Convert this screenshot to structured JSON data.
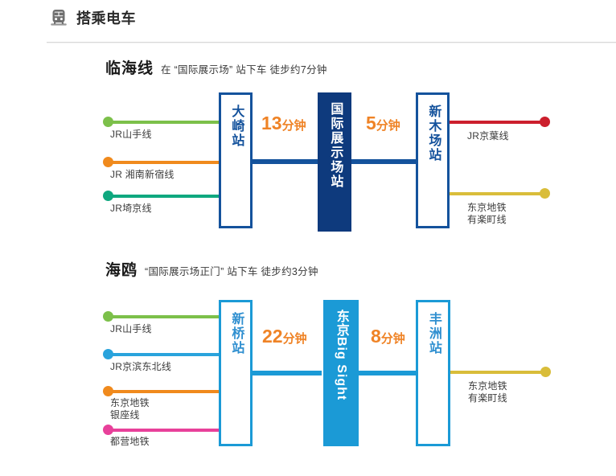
{
  "header": {
    "title": "搭乘电车",
    "icon": "train-icon"
  },
  "sections": [
    {
      "id": "rinkai",
      "name": "临海线",
      "note": "在 “国际展示场” 站下车 徒步约7分钟",
      "left_lines": [
        {
          "label": "JR山手线",
          "color": "#7cc04a"
        },
        {
          "label": "JR 湘南新宿线",
          "color": "#f08a1d"
        },
        {
          "label": "JR埼京线",
          "color": "#0fa87f"
        }
      ],
      "right_lines": [
        {
          "label": "JR京葉线",
          "color": "#cc1f2d"
        },
        {
          "label": "东京地铁\n有楽町线",
          "color": "#d9bd3a"
        }
      ],
      "stations": [
        {
          "name": "大崎站",
          "style": "outline-navy"
        },
        {
          "name": "国际展示场站",
          "style": "fill-navy"
        },
        {
          "name": "新木场站",
          "style": "outline-navy"
        }
      ],
      "times": [
        {
          "num": "13",
          "unit": "分钟"
        },
        {
          "num": "5",
          "unit": "分钟"
        }
      ]
    },
    {
      "id": "yurikamome",
      "name": "海鸥",
      "note": "“国际展示场正门” 站下车 徒步约3分钟",
      "left_lines": [
        {
          "label": "JR山手线",
          "color": "#7cc04a"
        },
        {
          "label": "JR京滨东北线",
          "color": "#29a3dc"
        },
        {
          "label": "东京地铁\n银座线",
          "color": "#f08a1d"
        },
        {
          "label": "都营地铁",
          "color": "#e8409a"
        }
      ],
      "right_lines": [
        {
          "label": "东京地铁\n有楽町线",
          "color": "#d9bd3a"
        }
      ],
      "stations": [
        {
          "name": "新桥站",
          "style": "outline-blue"
        },
        {
          "name": "东京Big Sight",
          "style": "fill-blue"
        },
        {
          "name": "丰洲站",
          "style": "outline-blue"
        }
      ],
      "times": [
        {
          "num": "22",
          "unit": "分钟"
        },
        {
          "num": "8",
          "unit": "分钟"
        }
      ]
    }
  ],
  "colors": {
    "navy": "#14529c",
    "navy_fill": "#0e3a7d",
    "blue": "#1b9ad6",
    "orange_text": "#ef8326",
    "divider": "#d9d9d9"
  }
}
